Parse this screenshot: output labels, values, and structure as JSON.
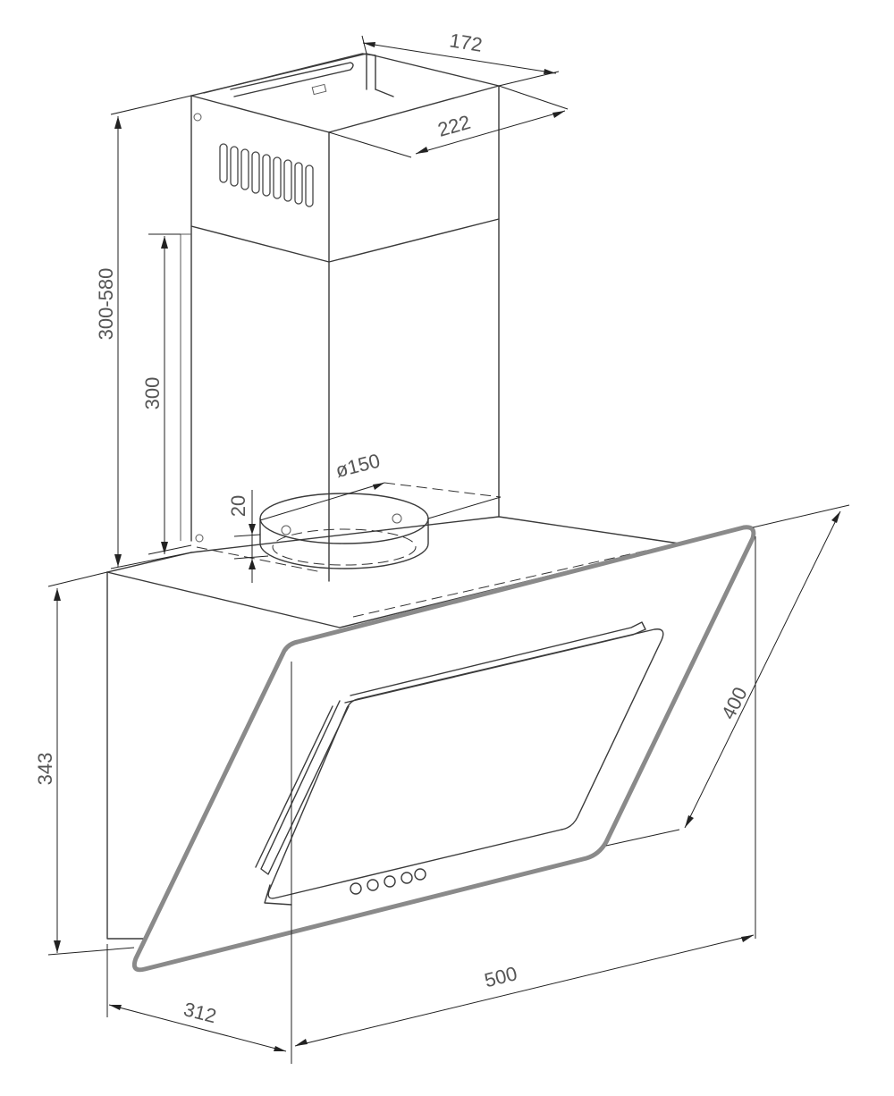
{
  "dimensions": {
    "duct_depth": "172",
    "duct_width": "222",
    "chimney_range": "300-580",
    "chimney_inner": "300",
    "collar_diameter": "ø150",
    "collar_height": "20",
    "body_height": "343",
    "glass_diagonal": "400",
    "width": "500",
    "depth": "312"
  },
  "colors": {
    "line": "#3a3a3a",
    "glass_edge": "#8a8a8a",
    "dimension_text": "#555555"
  }
}
